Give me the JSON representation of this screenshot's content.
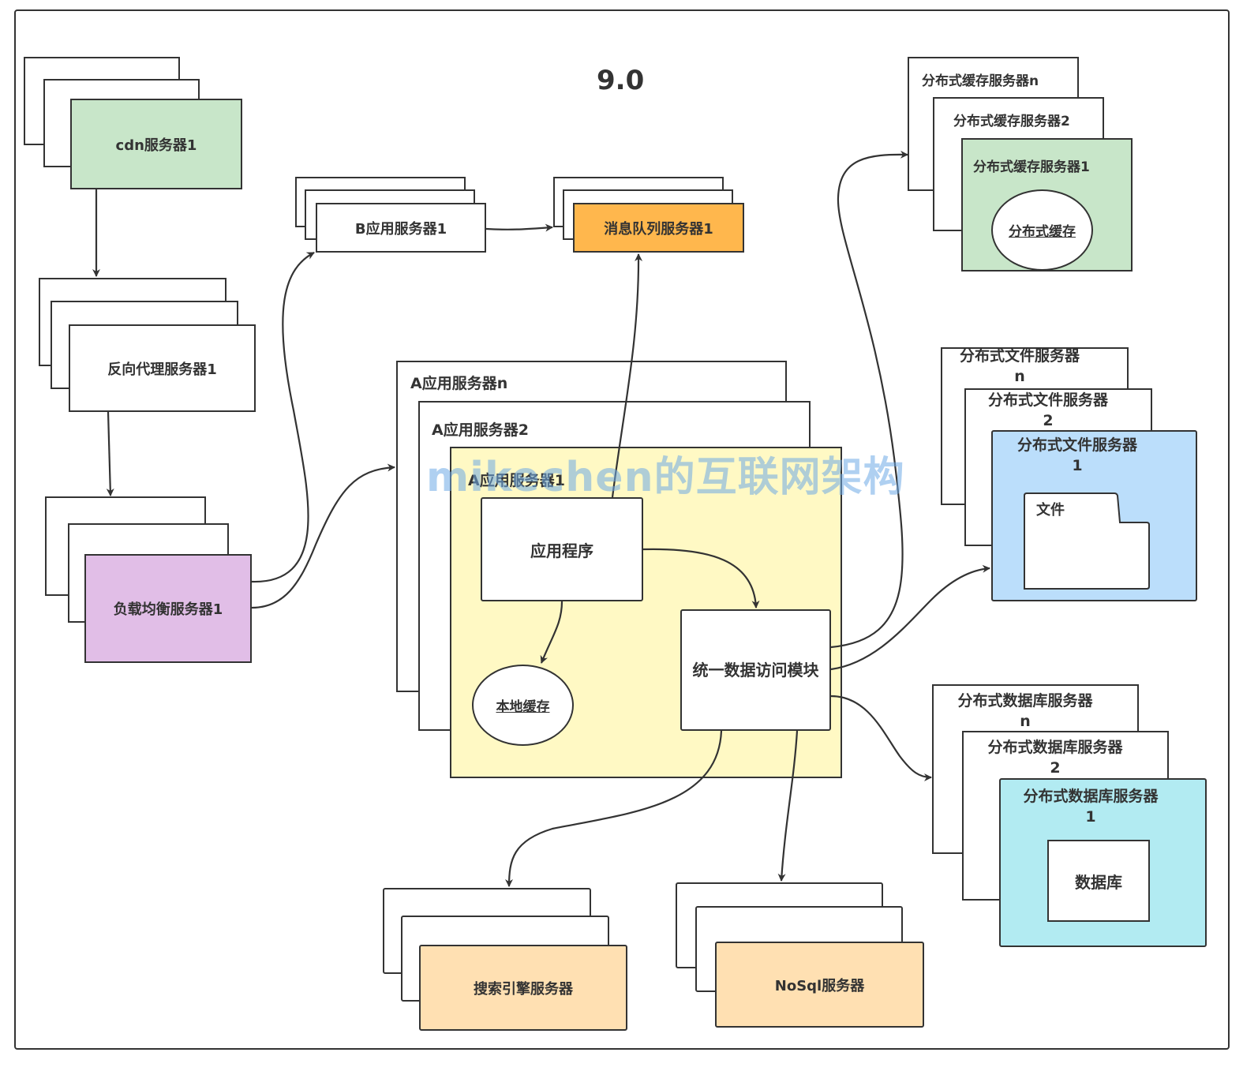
{
  "title": "9.0",
  "watermark": "mikechen的互联网架构",
  "cdn": {
    "label": "cdn服务器1",
    "color": "#c8e6c9"
  },
  "reverse_proxy": {
    "label": "反向代理服务器1"
  },
  "load_balancer": {
    "label": "负载均衡服务器1",
    "color": "#e1bee7"
  },
  "b_app": {
    "label": "B应用服务器1"
  },
  "mq": {
    "label": "消息队列服务器1",
    "color": "#ffb74d"
  },
  "a_app": {
    "label_n": "A应用服务器n",
    "label_2": "A应用服务器2",
    "label_1": "A应用服务器1",
    "color": "#fff9c4",
    "app_program": "应用程序",
    "local_cache": "本地缓存",
    "data_access": "统一数据访问模块"
  },
  "dist_cache": {
    "label_n": "分布式缓存服务器n",
    "label_2": "分布式缓存服务器2",
    "label_1": "分布式缓存服务器1",
    "inner": "分布式缓存",
    "color": "#c8e6c9"
  },
  "dist_file": {
    "label_n_line1": "分布式文件服务器",
    "label_n_line2": "n",
    "label_2_line1": "分布式文件服务器",
    "label_2_line2": "2",
    "label_1_line1": "分布式文件服务器",
    "label_1_line2": "1",
    "folder": "文件",
    "color": "#bbdefb"
  },
  "dist_db": {
    "label_n_line1": "分布式数据库服务器",
    "label_n_line2": "n",
    "label_2_line1": "分布式数据库服务器",
    "label_2_line2": "2",
    "label_1_line1": "分布式数据库服务器",
    "label_1_line2": "1",
    "inner": "数据库",
    "color": "#b2ebf2"
  },
  "search": {
    "label": "搜索引擎服务器",
    "color": "#ffe0b2"
  },
  "nosql": {
    "label": "NoSql服务器",
    "color": "#ffe0b2"
  }
}
